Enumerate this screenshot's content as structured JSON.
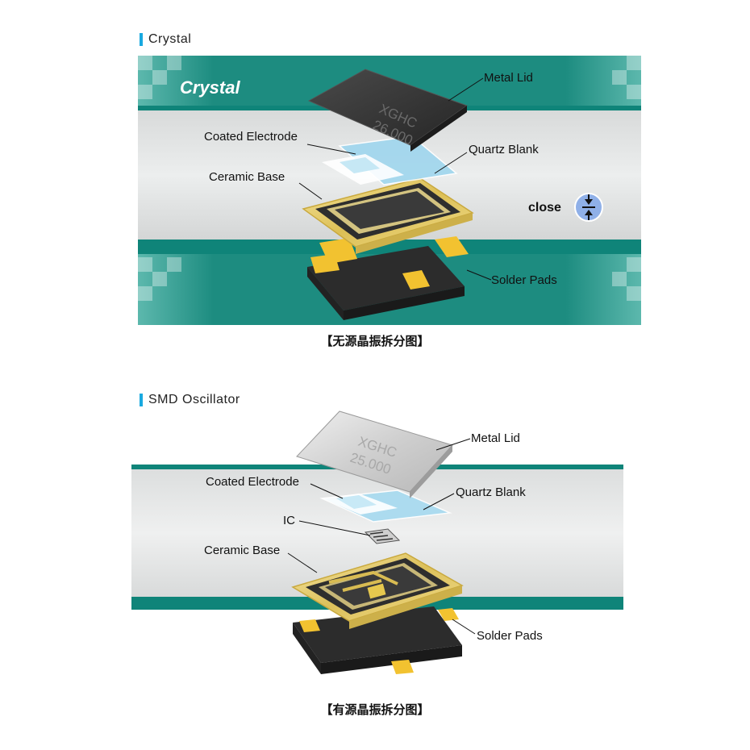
{
  "sections": [
    {
      "title": "Crystal",
      "banner_text": "Crystal",
      "lid_brand": "XGHC",
      "lid_freq": "26.000",
      "labels": {
        "metal_lid": "Metal Lid",
        "coated_electrode": "Coated Electrode",
        "quartz_blank": "Quartz Blank",
        "ceramic_base": "Ceramic Base",
        "solder_pads": "Solder Pads",
        "close": "close"
      },
      "caption": "【无源晶振拆分图】"
    },
    {
      "title": "SMD Oscillator",
      "lid_brand": "XGHC",
      "lid_freq": "25.000",
      "labels": {
        "metal_lid": "Metal Lid",
        "coated_electrode": "Coated Electrode",
        "quartz_blank": "Quartz Blank",
        "ic": "IC",
        "ceramic_base": "Ceramic Base",
        "solder_pads": "Solder Pads"
      },
      "caption": "【有源晶振拆分图】"
    }
  ],
  "colors": {
    "accent_bar": "#19a9e0",
    "teal": "#0f8479",
    "panel_gray": "#e4e6e6",
    "gold": "#e8cf6a",
    "pad_yellow": "#f2c230",
    "lid_dark": "#3a3a3a",
    "lid_silver": "#d4d4d4",
    "quartz": "#9fd6ee"
  }
}
